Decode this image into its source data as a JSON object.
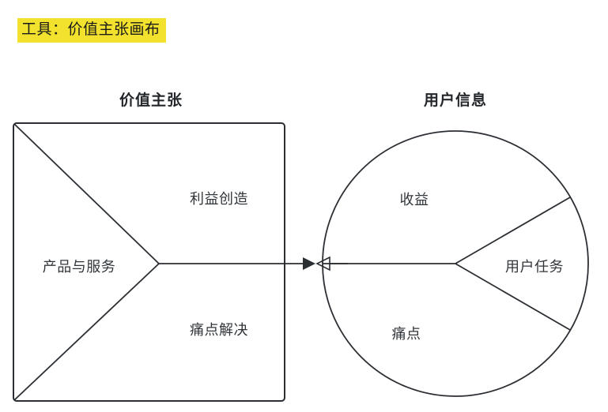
{
  "page": {
    "background_color": "#ffffff",
    "ink_color": "#2b2f33",
    "highlight_color": "#f2e22d"
  },
  "title": {
    "text": "工具：价值主张画布",
    "highlight": true
  },
  "headers": {
    "left": "价值主张",
    "right": "用户信息"
  },
  "value_proposition": {
    "shape": "square",
    "segments": [
      {
        "key": "products-services",
        "label": "产品与服务"
      },
      {
        "key": "gain-creators",
        "label": "利益创造"
      },
      {
        "key": "pain-relievers",
        "label": "痛点解决"
      }
    ]
  },
  "customer_profile": {
    "shape": "circle",
    "segments": [
      {
        "key": "gains",
        "label": "收益"
      },
      {
        "key": "customer-jobs",
        "label": "用户任务"
      },
      {
        "key": "pains",
        "label": "痛点"
      }
    ]
  },
  "connector": {
    "type": "fit-arrow",
    "left_arrow": "filled-right-triangle",
    "right_arrow": "hollow-left-triangle"
  }
}
